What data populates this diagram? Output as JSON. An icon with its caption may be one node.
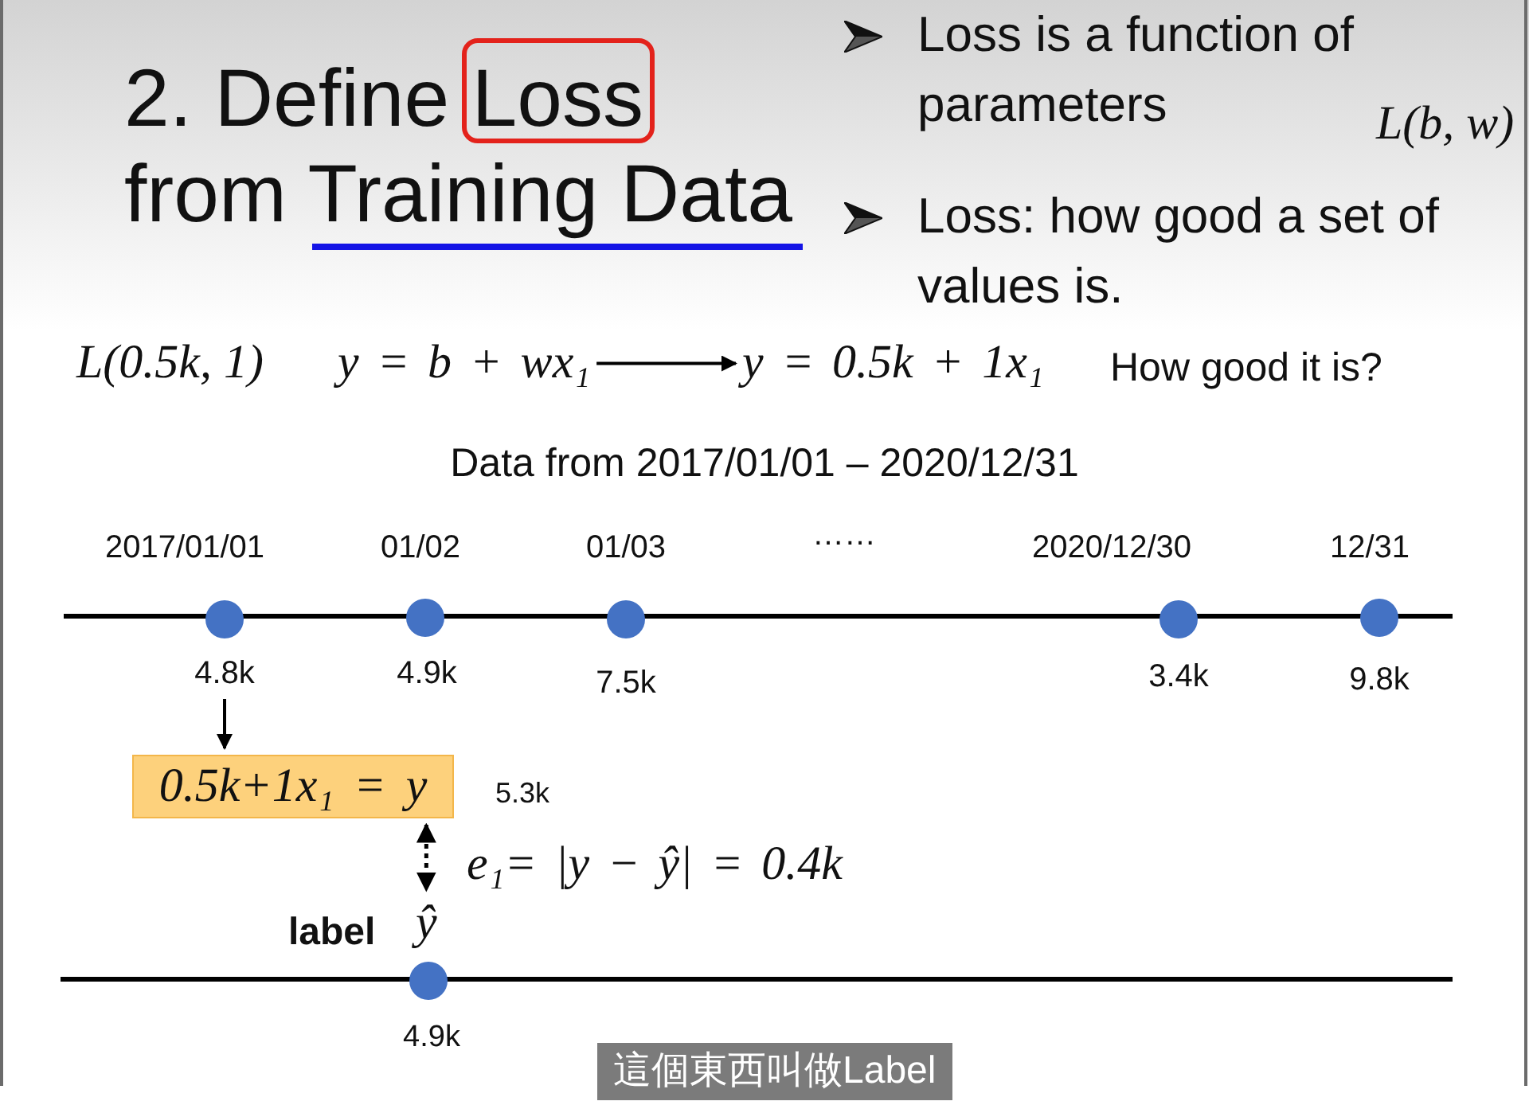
{
  "diagram": {
    "title": "2. Define Loss from Training Data",
    "nodes": [
      {
        "text": [
          "y = b + wx₁"
        ]
      },
      {
        "text": [
          "y = 0.5k + 1x₁"
        ]
      },
      {
        "text": [
          "4.8k"
        ]
      },
      {
        "text": [
          "0.5k+1x₁ = y"
        ],
        "beside": [
          "5.3k"
        ]
      },
      {
        "text": [
          "ŷ"
        ],
        "beside": [
          "label"
        ]
      }
    ],
    "edges": [
      {
        "from": 0,
        "to": 1,
        "arrow": "to"
      },
      {
        "from": 2,
        "to": 3,
        "arrow": "to"
      },
      {
        "from": 3,
        "to": 4,
        "arrow": "both",
        "style": "dashed",
        "label": "e₁= |y − ŷ| = 0.4k"
      }
    ],
    "labels": [
      "Loss is a function of parameters",
      "L(b, w)",
      "Loss: how good a set of values is.",
      "L(0.5k, 1)",
      "How good it is?",
      "Data from 2017/01/01 – 2020/12/31",
      "2017/01/01",
      "01/02",
      "01/03",
      "……",
      "2020/12/30",
      "12/31",
      "4.9k",
      "7.5k",
      "3.4k",
      "9.8k",
      "4.9k",
      "這個東西叫做Label"
    ]
  }
}
